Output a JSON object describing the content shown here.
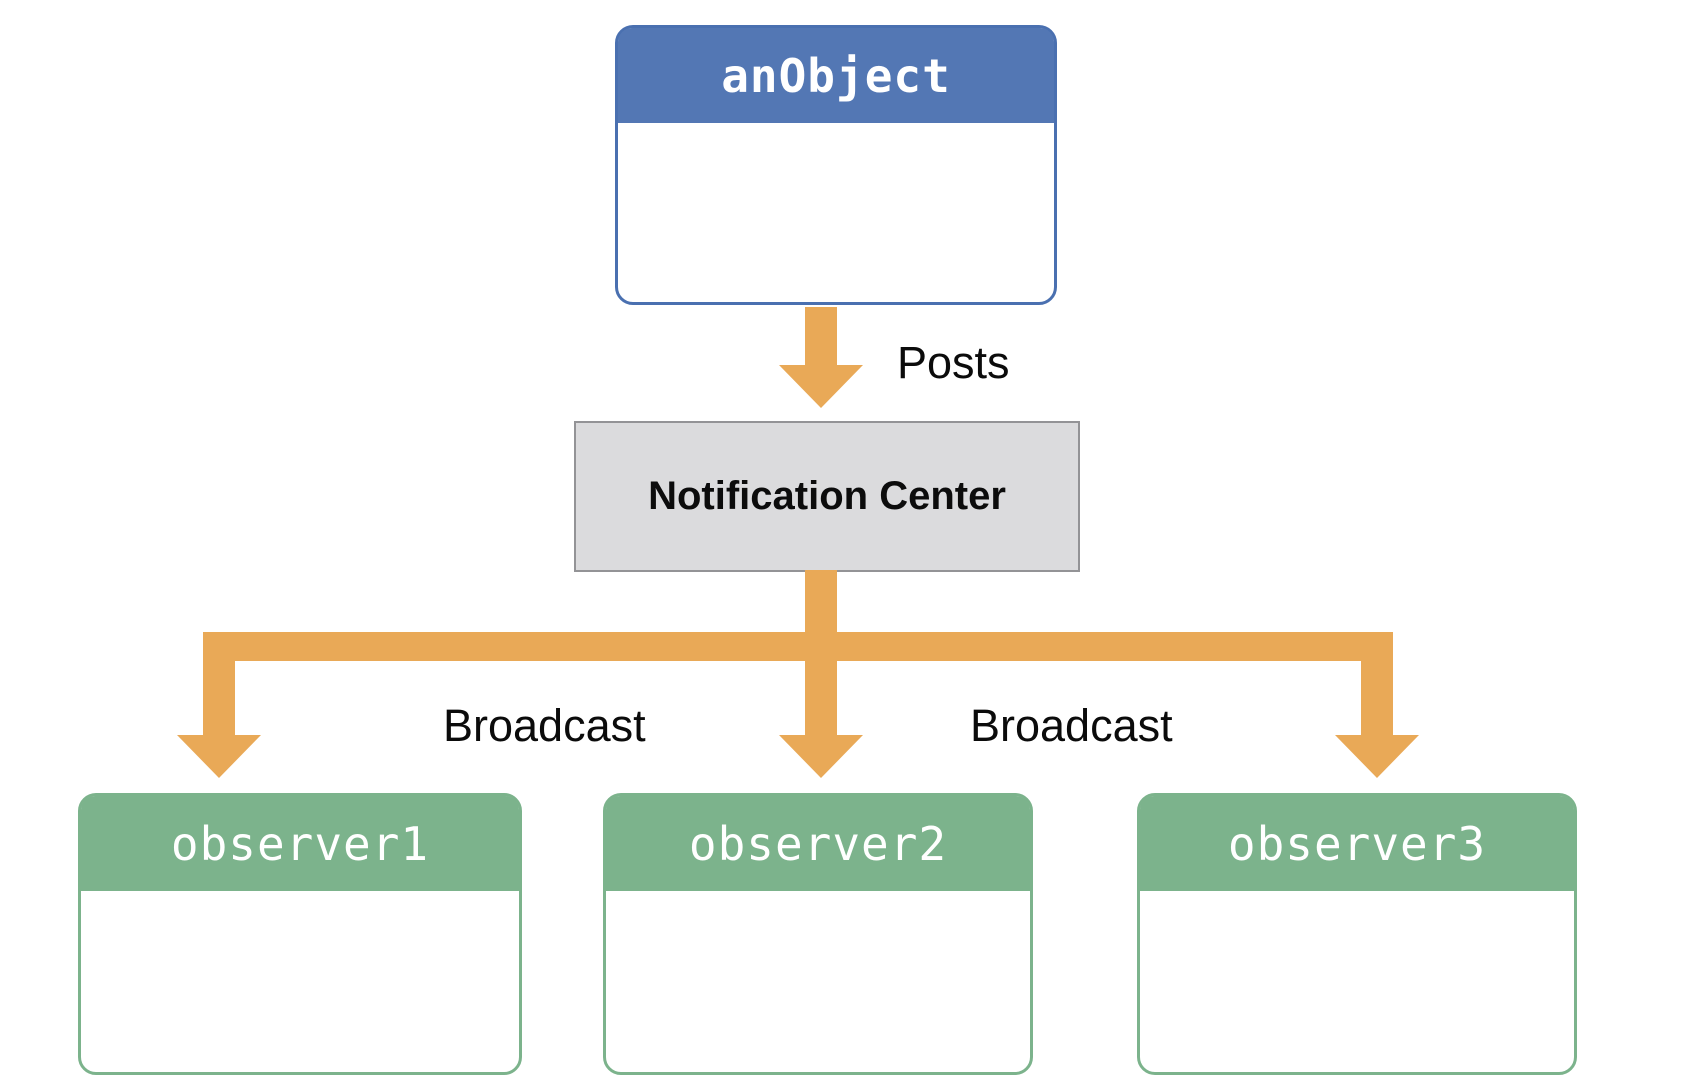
{
  "nodes": {
    "an_object": {
      "label": "anObject"
    },
    "notification_center": {
      "label": "Notification Center"
    },
    "observers": [
      {
        "label": "observer1"
      },
      {
        "label": "observer2"
      },
      {
        "label": "observer3"
      }
    ]
  },
  "edges": {
    "posts": {
      "label": "Posts"
    },
    "broadcast_left": {
      "label": "Broadcast"
    },
    "broadcast_right": {
      "label": "Broadcast"
    }
  },
  "colors": {
    "arrow_orange": "#e9a957",
    "object_header_blue": "#5377b4",
    "object_border_blue": "#4a70b0",
    "observer_green": "#7cb38c",
    "hub_fill_gray": "#dbdbdd",
    "hub_border_gray": "#939396",
    "label_text": "#0b0b0b",
    "box_label_text": "#ffffff"
  }
}
